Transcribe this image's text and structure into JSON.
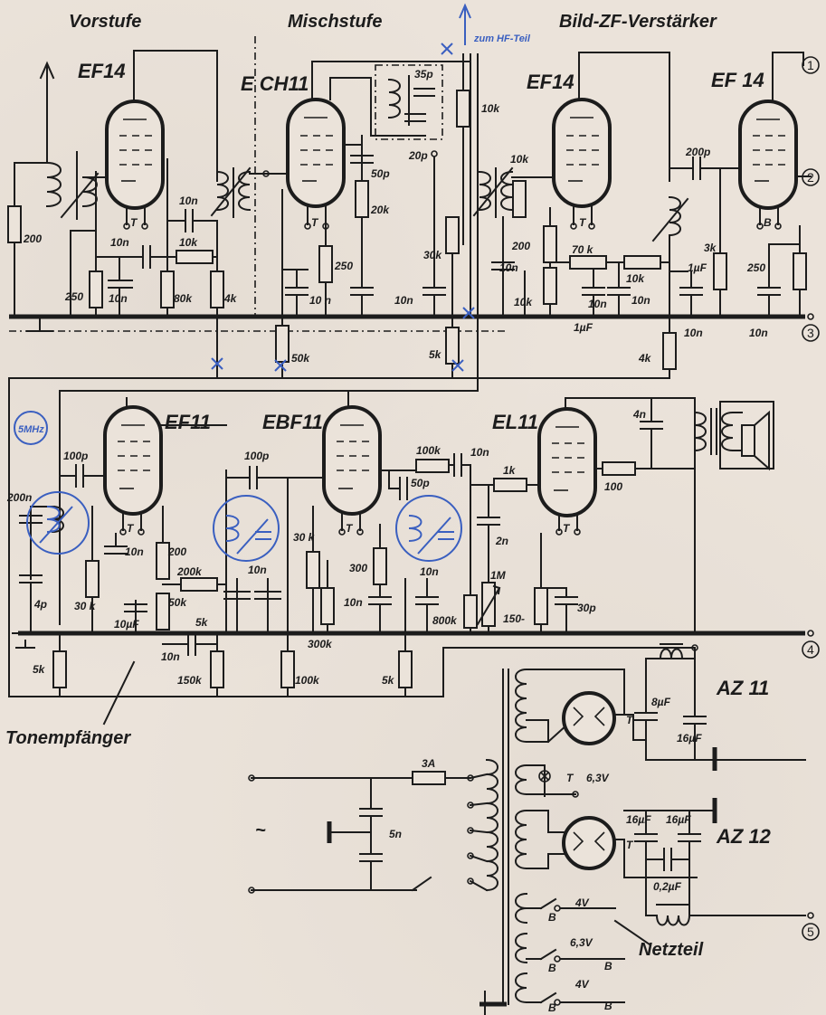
{
  "sections": {
    "vorstufe": "Vorstufe",
    "mischstufe": "Mischstufe",
    "bild_zf": "Bild-ZF-Verstärker",
    "tonempfaenger": "Tonempfänger",
    "netzteil": "Netzteil",
    "hf_teil": "zum HF-Teil"
  },
  "tubes": {
    "ef14_1": "EF14",
    "ech11": "E CH11",
    "ef14_2": "EF14",
    "ef14_3": "EF 14",
    "ef11": "EF11",
    "ebf11": "EBF11",
    "el11": "EL11",
    "az11": "AZ 11",
    "az12": "AZ 12"
  },
  "tube_pins": {
    "t": "T",
    "b": "B"
  },
  "terminals": [
    "1",
    "2",
    "3",
    "4",
    "5"
  ],
  "components": {
    "r200_in": "200",
    "c10n_a": "10n",
    "c10n_b": "10n",
    "c10n_c": "10n",
    "r10k_a": "10k",
    "r250_a": "250",
    "r80k": "80k",
    "r4k_a": "4k",
    "c35p": "35p",
    "c20p": "20p",
    "c50p_a": "50p",
    "r20k": "20k",
    "r250_b": "250",
    "c10n_d": "10 n",
    "c10n_e": "10n",
    "r30k_a": "30k",
    "r50k": "50k",
    "r5k_a": "5k",
    "r10k_b": "10k",
    "r10k_c": "10k",
    "r200_b": "200",
    "c10n_f": "10n",
    "r70k": "70 k",
    "r10k_d": "10k",
    "c10n_g": "10n",
    "c10n_h": "10n",
    "c1uf_a": "1µF",
    "c1uf_b": "1µF",
    "r4k_b": "4k",
    "c200p": "200p",
    "r3k": "3k",
    "r250_c": "250",
    "c10n_i": "10n",
    "c10n_j": "10n",
    "c10n_k": "10n",
    "c10n_l": "10n",
    "mhz5": "5MHz",
    "c200n": "200n",
    "c100p_a": "100p",
    "c4p": "4p",
    "r30k_b": "30 k",
    "c10n_m": "10n",
    "r200_c": "200",
    "r200k": "200k",
    "r50k_b": "50k",
    "c10uf": "10µF",
    "r5k_b": "5k",
    "c10n_n": "10n",
    "r150k": "150k",
    "r5k_c": "5k",
    "c100p_b": "100p",
    "c10n_o": "10n",
    "r30k_c": "30 k",
    "r300": "300",
    "c10n_p": "10n",
    "r300k": "300k",
    "r100k_a": "100k",
    "r100k_b": "100k",
    "c10n_q": "10n",
    "c50p_b": "50p",
    "c10n_r": "10n",
    "r800k": "800k",
    "r5k_d": "5k",
    "r1k": "1k",
    "c2n": "2n",
    "r1m": "1M",
    "r150": "150-",
    "c30p": "30p",
    "r100": "100",
    "c4n": "4n",
    "fuse3a": "3A",
    "c5n": "5n",
    "ac": "~",
    "c8uf": "8µF",
    "c16uf_a": "16µF",
    "c16uf_b": "16µF",
    "c16uf_c": "16µF",
    "c02uf": "0,2µF",
    "v63_a": "6,3V",
    "v4_a": "4V",
    "v63_b": "6,3V",
    "v4_b": "4V"
  }
}
